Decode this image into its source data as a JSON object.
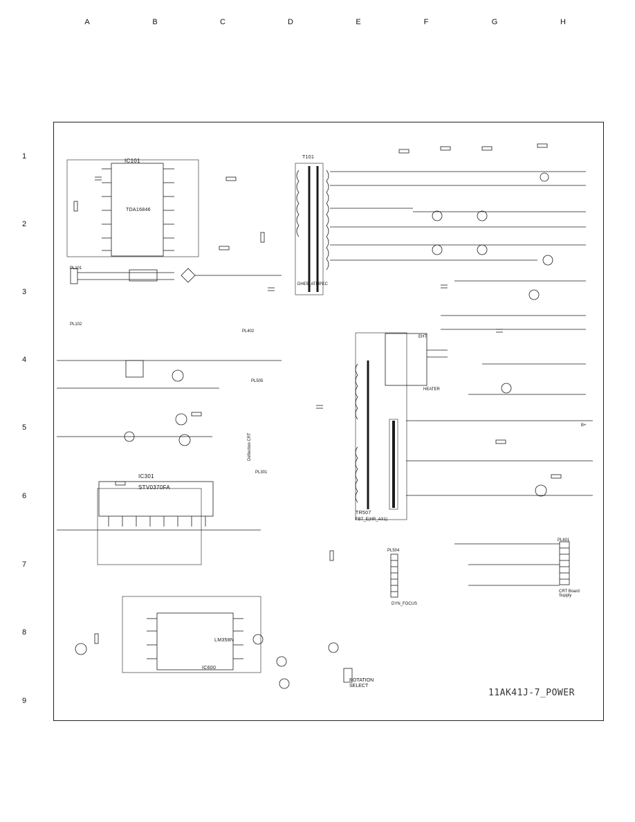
{
  "grid": {
    "columns": [
      "A",
      "B",
      "C",
      "D",
      "E",
      "F",
      "G",
      "H"
    ],
    "rows": [
      "1",
      "2",
      "3",
      "4",
      "5",
      "6",
      "7",
      "8",
      "9"
    ]
  },
  "ics": {
    "ic101": {
      "ref": "IC101",
      "part": "TDA16846"
    },
    "ic301": {
      "ref": "IC301",
      "part": "STV0370FA"
    },
    "ic600": {
      "ref": "IC600",
      "part": "LM358N"
    }
  },
  "transformers": {
    "t101": {
      "ref": "T101",
      "code": "DHE5_ATMPEC"
    },
    "tr507": {
      "ref": "TR507",
      "code": "FBT_E(HR_AX1)"
    }
  },
  "connectors": {
    "pl101": "PL101",
    "pl102": "PL102",
    "pl301": "PL301",
    "pl402": "PL402",
    "pl505": "PL505",
    "pl504": "PL504",
    "pl601": "PL601"
  },
  "labels": {
    "dyn_focus": "DYN_FOCUS",
    "crt_board_supply": "CRT Board\nSupply",
    "rotation_select": "ROTATION\nSELECT",
    "deflection_crt": "Deflection CRT",
    "heater": "HEATER",
    "b_plus": "B+",
    "eht": "EHT"
  },
  "drawing_title": "11AK41J-7_POWER"
}
